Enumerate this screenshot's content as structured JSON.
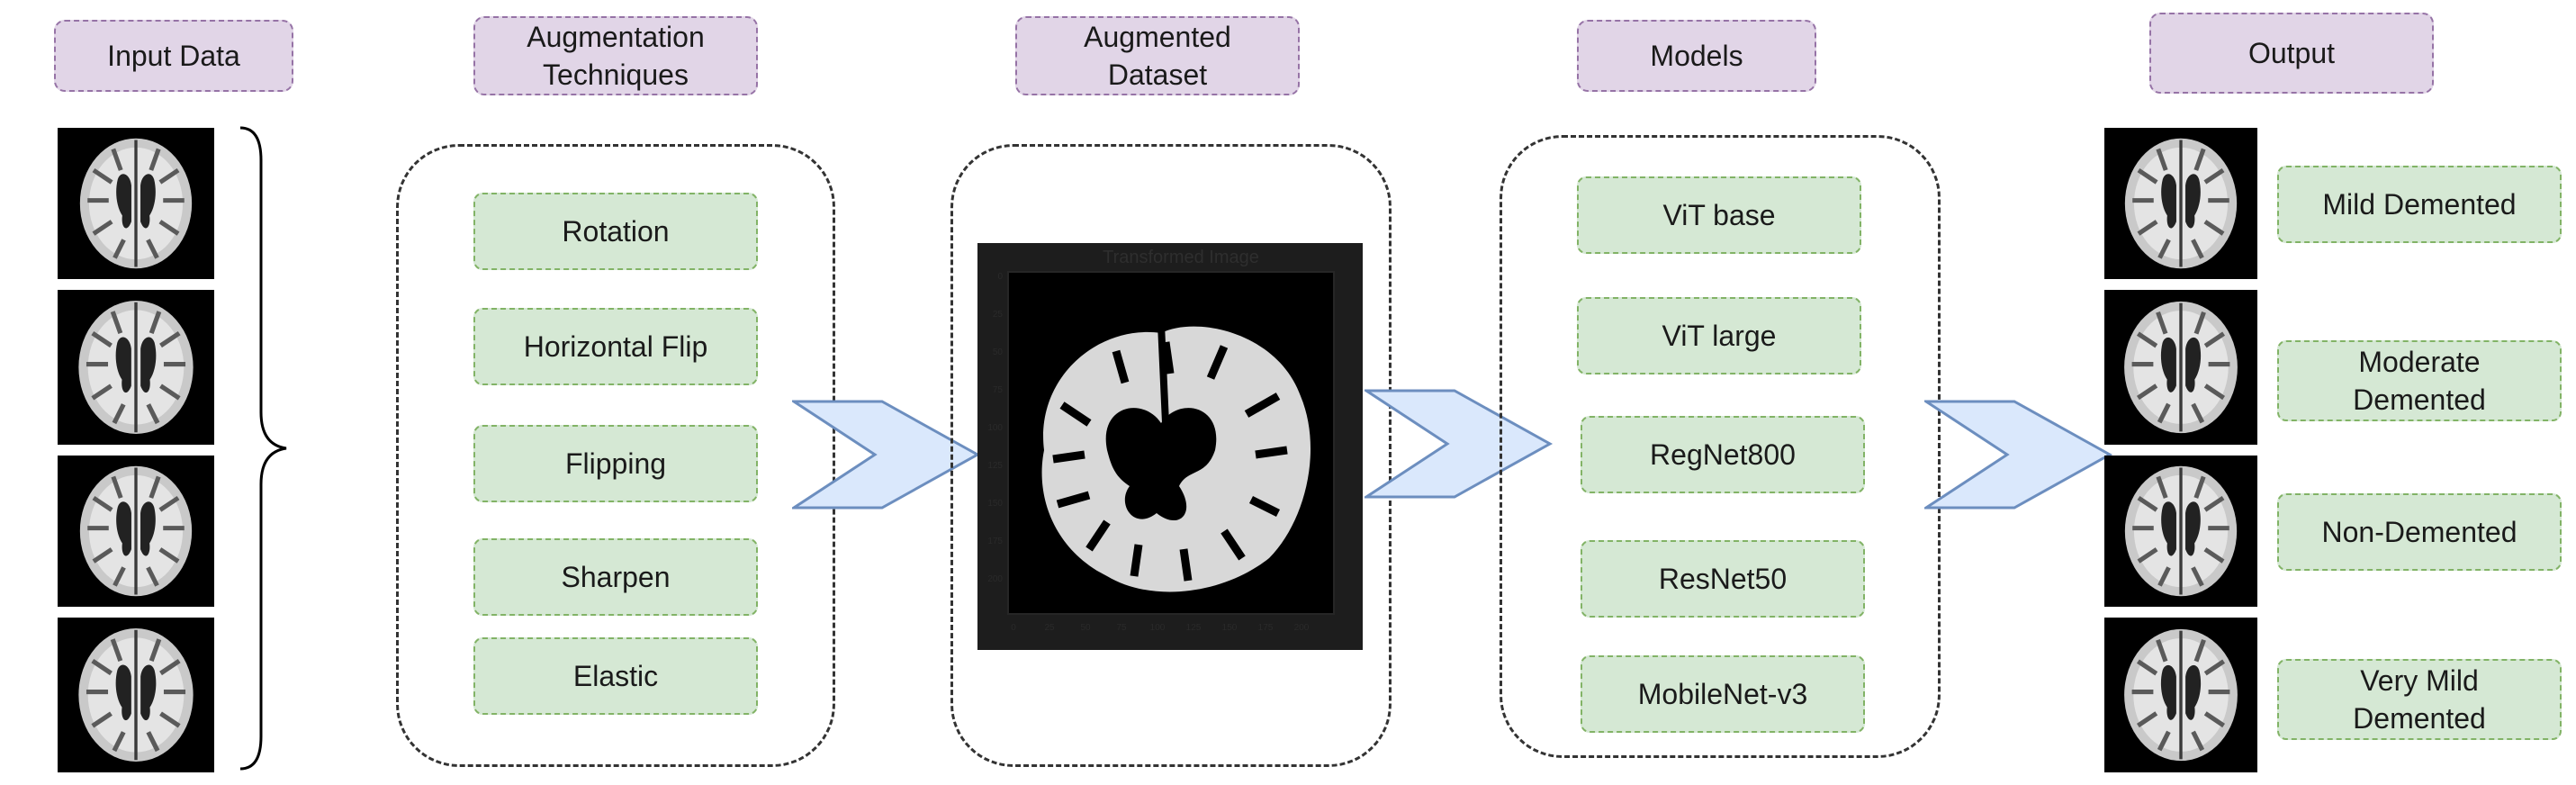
{
  "headers": {
    "input": "Input Data",
    "augmentation": "Augmentation\nTechniques",
    "augmented": "Augmented\nDataset",
    "models": "Models",
    "output": "Output"
  },
  "techniques": [
    "Rotation",
    "Horizontal Flip",
    "Flipping",
    "Sharpen",
    "Elastic"
  ],
  "augmented_image": {
    "title": "Transformed Image",
    "x_ticks": [
      "0",
      "25",
      "50",
      "75",
      "100",
      "125",
      "150",
      "175",
      "200"
    ],
    "y_ticks": [
      "0",
      "25",
      "50",
      "75",
      "100",
      "125",
      "150",
      "175",
      "200"
    ]
  },
  "models": [
    "ViT base",
    "ViT large",
    "RegNet800",
    "ResNet50",
    "MobileNet-v3"
  ],
  "outputs": [
    "Mild Demented",
    "Moderate\nDemented",
    "Non-Demented",
    "Very Mild\nDemented"
  ],
  "colors": {
    "header_fill": "#e1d5e7",
    "header_border": "#9673a6",
    "green_fill": "#d5e8d4",
    "green_border": "#82b366",
    "arrow_fill": "#dae8fc",
    "arrow_border": "#6c8ebf"
  }
}
